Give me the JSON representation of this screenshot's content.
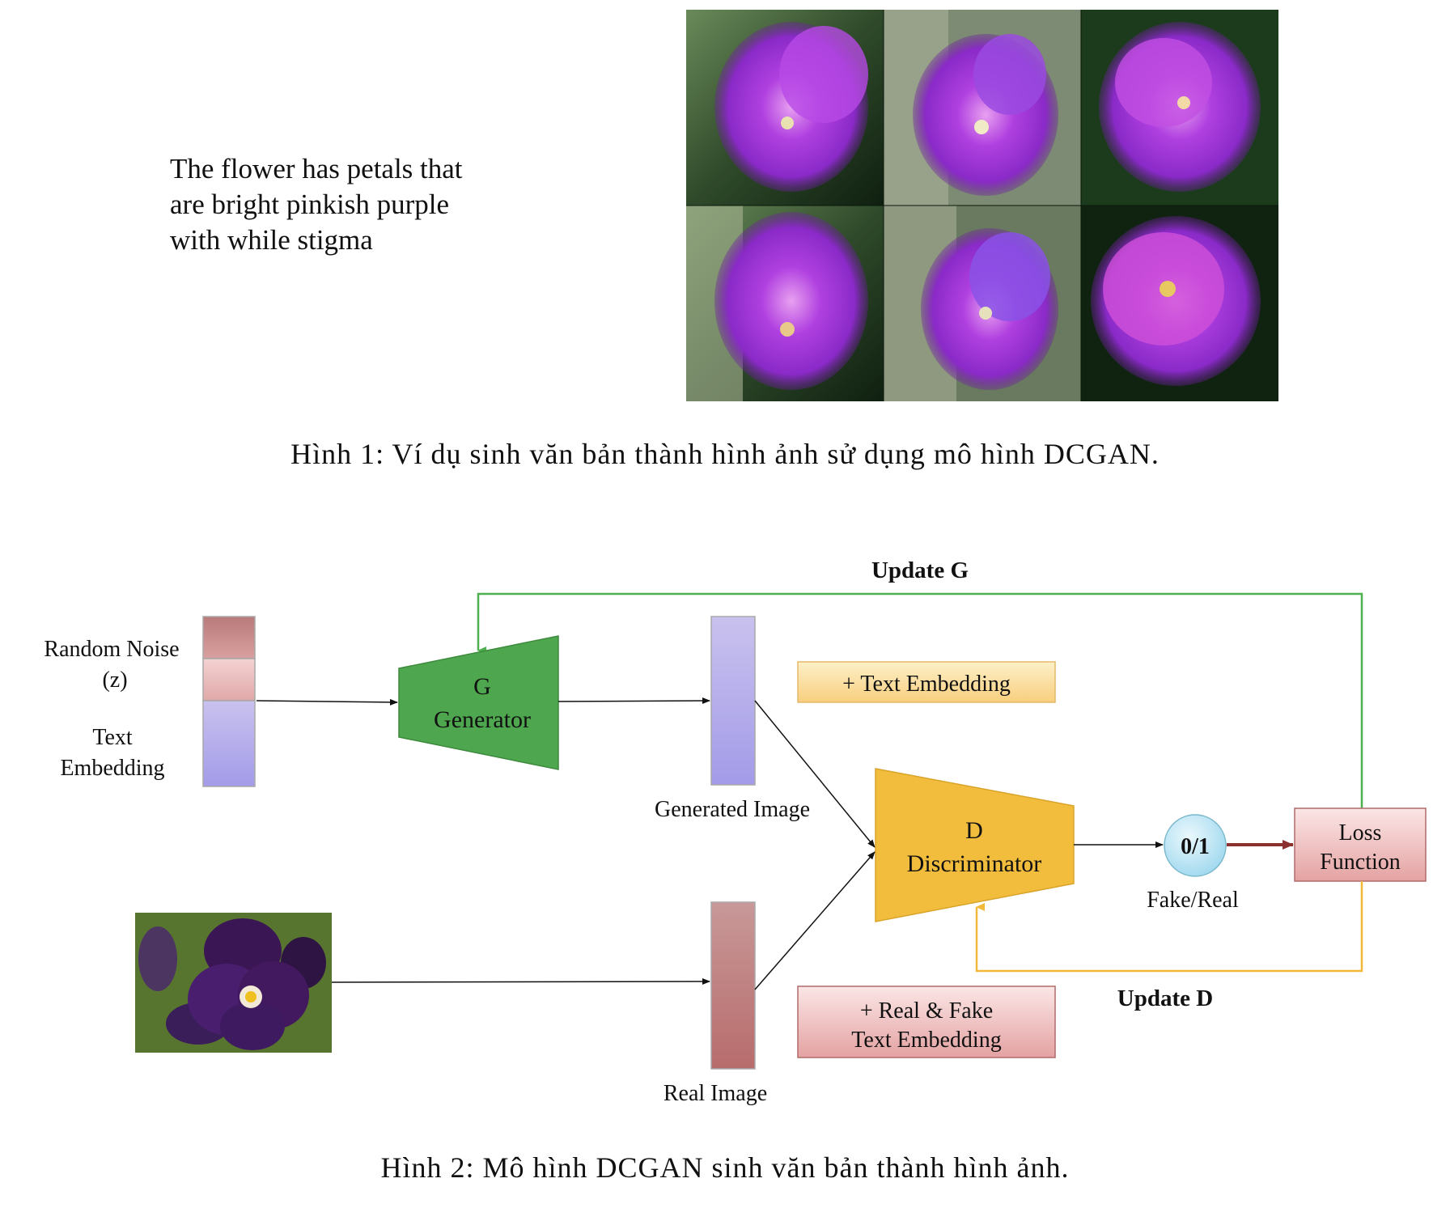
{
  "figure1": {
    "prompt_lines": [
      "The flower has petals that",
      "are bright pinkish purple",
      "with while stigma"
    ],
    "image_grid": {
      "rows": 2,
      "cols": 3,
      "content": "generated-flower-images"
    },
    "caption": "Hình 1: Ví dụ sinh văn bản thành hình ảnh sử dụng mô hình DCGAN."
  },
  "figure2": {
    "labels": {
      "random_noise": "Random Noise",
      "z": "(z)",
      "text": "Text",
      "embedding": "Embedding",
      "generator_letter": "G",
      "generator_name": "Generator",
      "generated_image": "Generated Image",
      "plus_text_embedding": "+ Text Embedding",
      "discriminator_letter": "D",
      "discriminator_name": "Discriminator",
      "output": "0/1",
      "fake_real": "Fake/Real",
      "loss_line1": "Loss",
      "loss_line2": "Function",
      "update_g": "Update G",
      "update_d": "Update D",
      "real_fake_line1": "+ Real & Fake",
      "real_fake_line2": "Text Embedding",
      "real_image": "Real Image"
    },
    "colors": {
      "generator": "#4ea64e",
      "discriminator": "#f2bd3c",
      "update_g_arrow": "#4eb04e",
      "update_d_arrow": "#f2b83a",
      "loss_arrow": "#8b2f2f",
      "output_circle": "#bfe6f4"
    },
    "caption": "Hình 2: Mô hình DCGAN sinh văn bản thành hình ảnh."
  }
}
